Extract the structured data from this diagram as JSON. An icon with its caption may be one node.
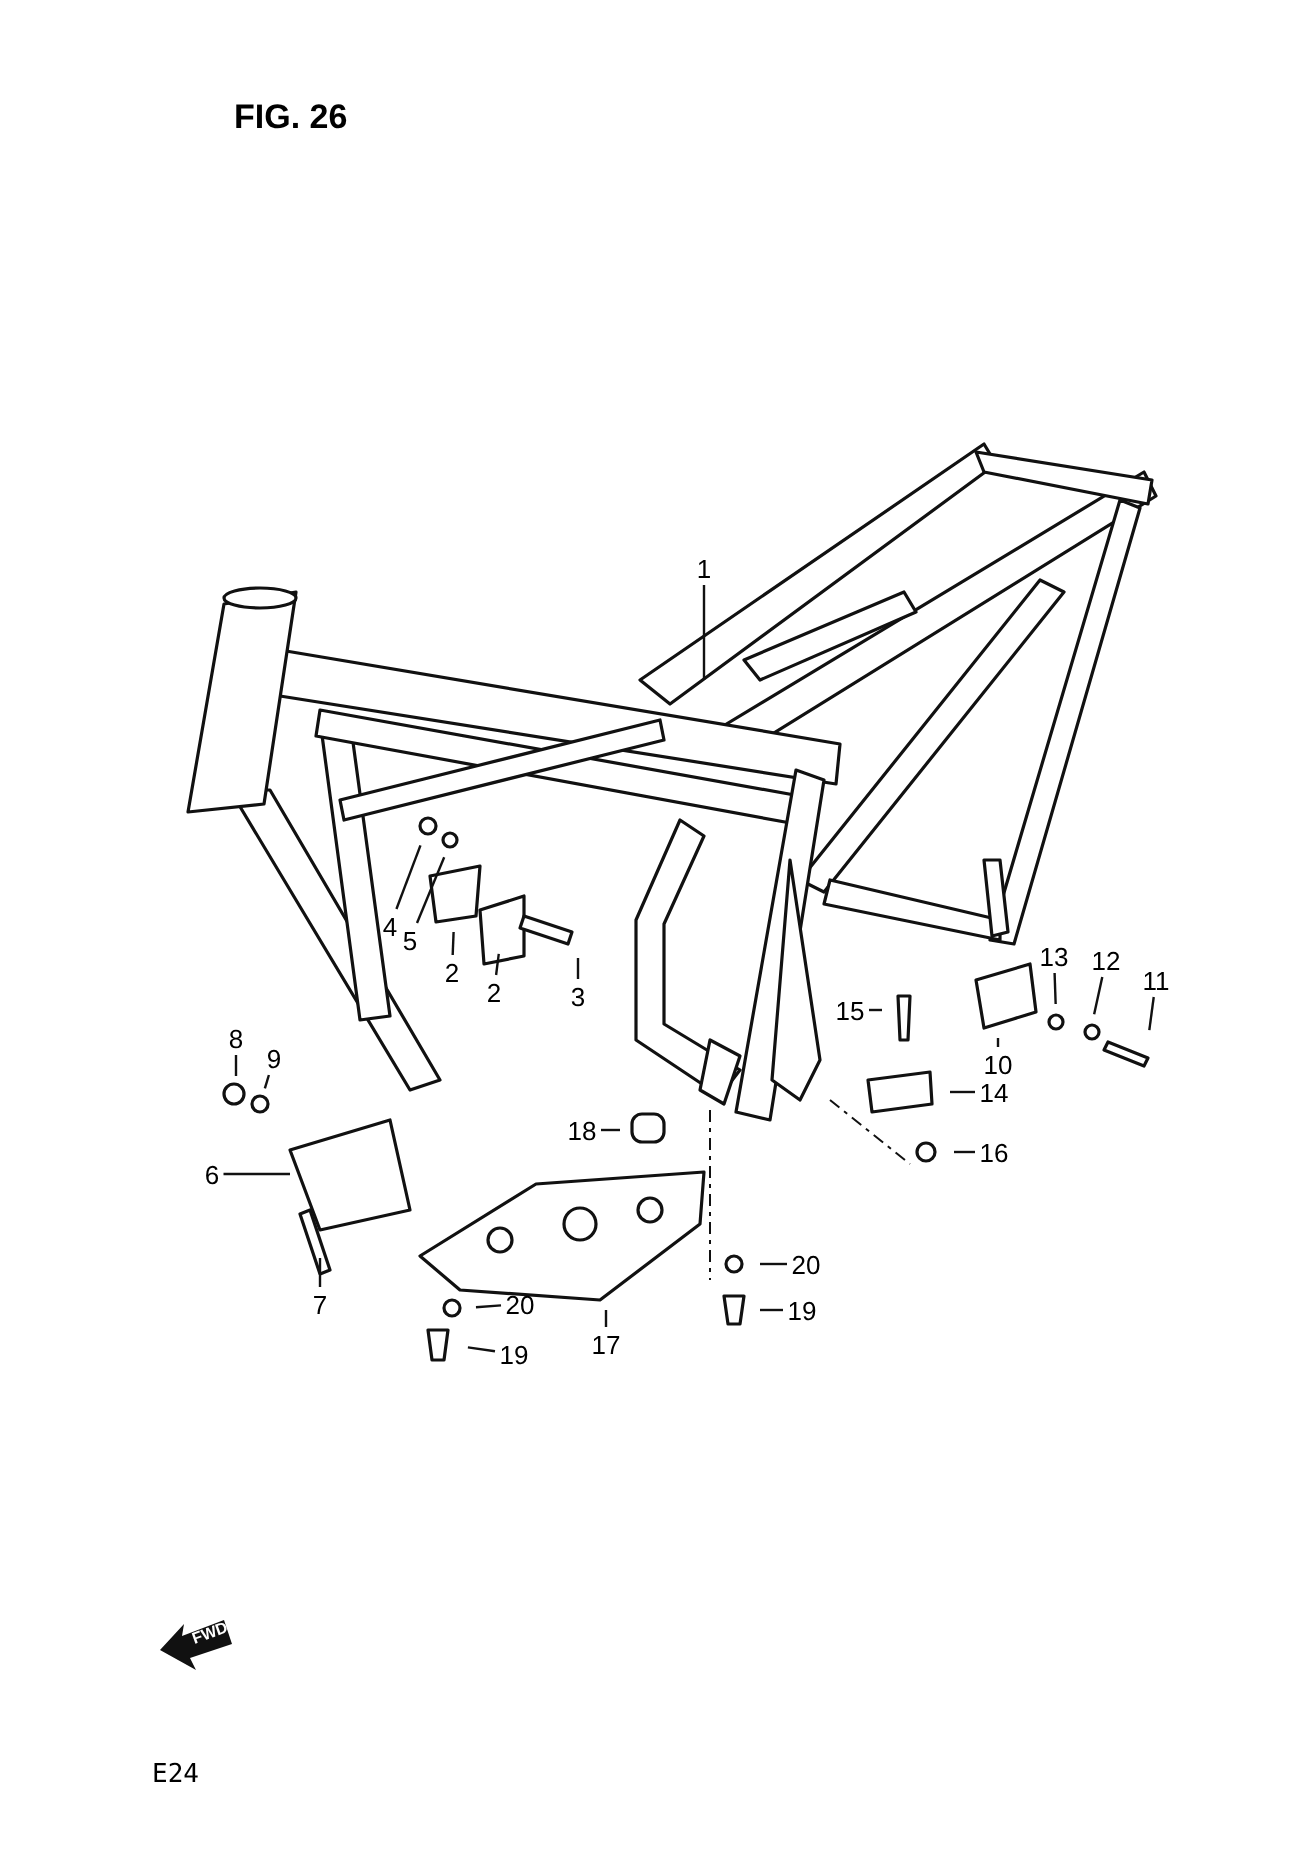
{
  "diagram": {
    "title": "FIG. 26",
    "nodes": [
      {
        "text": [
          "1"
        ]
      },
      {
        "text": [
          "4"
        ]
      },
      {
        "text": [
          "5"
        ]
      },
      {
        "text": [
          "2"
        ]
      },
      {
        "text": [
          "2"
        ]
      },
      {
        "text": [
          "3"
        ]
      },
      {
        "text": [
          "13"
        ]
      },
      {
        "text": [
          "12"
        ]
      },
      {
        "text": [
          "11"
        ]
      },
      {
        "text": [
          "15"
        ]
      },
      {
        "text": [
          "10"
        ]
      },
      {
        "text": [
          "8"
        ]
      },
      {
        "text": [
          "9"
        ]
      },
      {
        "text": [
          "14"
        ]
      },
      {
        "text": [
          "18"
        ]
      },
      {
        "text": [
          "16"
        ]
      },
      {
        "text": [
          "6"
        ]
      },
      {
        "text": [
          "20"
        ]
      },
      {
        "text": [
          "7"
        ]
      },
      {
        "text": [
          "19"
        ]
      },
      {
        "text": [
          "20"
        ]
      },
      {
        "text": [
          "19"
        ]
      },
      {
        "text": [
          "17"
        ]
      }
    ],
    "edges": [
      {
        "from": 0,
        "to": null,
        "arrow": "none"
      },
      {
        "from": 1,
        "to": null,
        "arrow": "none"
      },
      {
        "from": 2,
        "to": null,
        "arrow": "none"
      },
      {
        "from": 3,
        "to": null,
        "arrow": "none"
      },
      {
        "from": 4,
        "to": null,
        "arrow": "none"
      },
      {
        "from": 5,
        "to": null,
        "arrow": "none"
      },
      {
        "from": 6,
        "to": null,
        "arrow": "none"
      },
      {
        "from": 7,
        "to": null,
        "arrow": "none"
      },
      {
        "from": 8,
        "to": null,
        "arrow": "none"
      },
      {
        "from": 9,
        "to": null,
        "arrow": "none"
      },
      {
        "from": 10,
        "to": null,
        "arrow": "none"
      },
      {
        "from": 11,
        "to": null,
        "arrow": "none"
      },
      {
        "from": 12,
        "to": null,
        "arrow": "none"
      },
      {
        "from": 13,
        "to": null,
        "arrow": "none"
      },
      {
        "from": 14,
        "to": null,
        "arrow": "none"
      },
      {
        "from": 15,
        "to": null,
        "arrow": "none"
      },
      {
        "from": 16,
        "to": null,
        "arrow": "none"
      },
      {
        "from": 17,
        "to": null,
        "arrow": "none"
      },
      {
        "from": 18,
        "to": null,
        "arrow": "none"
      },
      {
        "from": 19,
        "to": null,
        "arrow": "none"
      },
      {
        "from": 20,
        "to": null,
        "arrow": "none"
      },
      {
        "from": 21,
        "to": null,
        "arrow": "none"
      },
      {
        "from": 22,
        "to": null,
        "arrow": "none"
      }
    ],
    "labels": [
      "FWD",
      "E24"
    ]
  }
}
